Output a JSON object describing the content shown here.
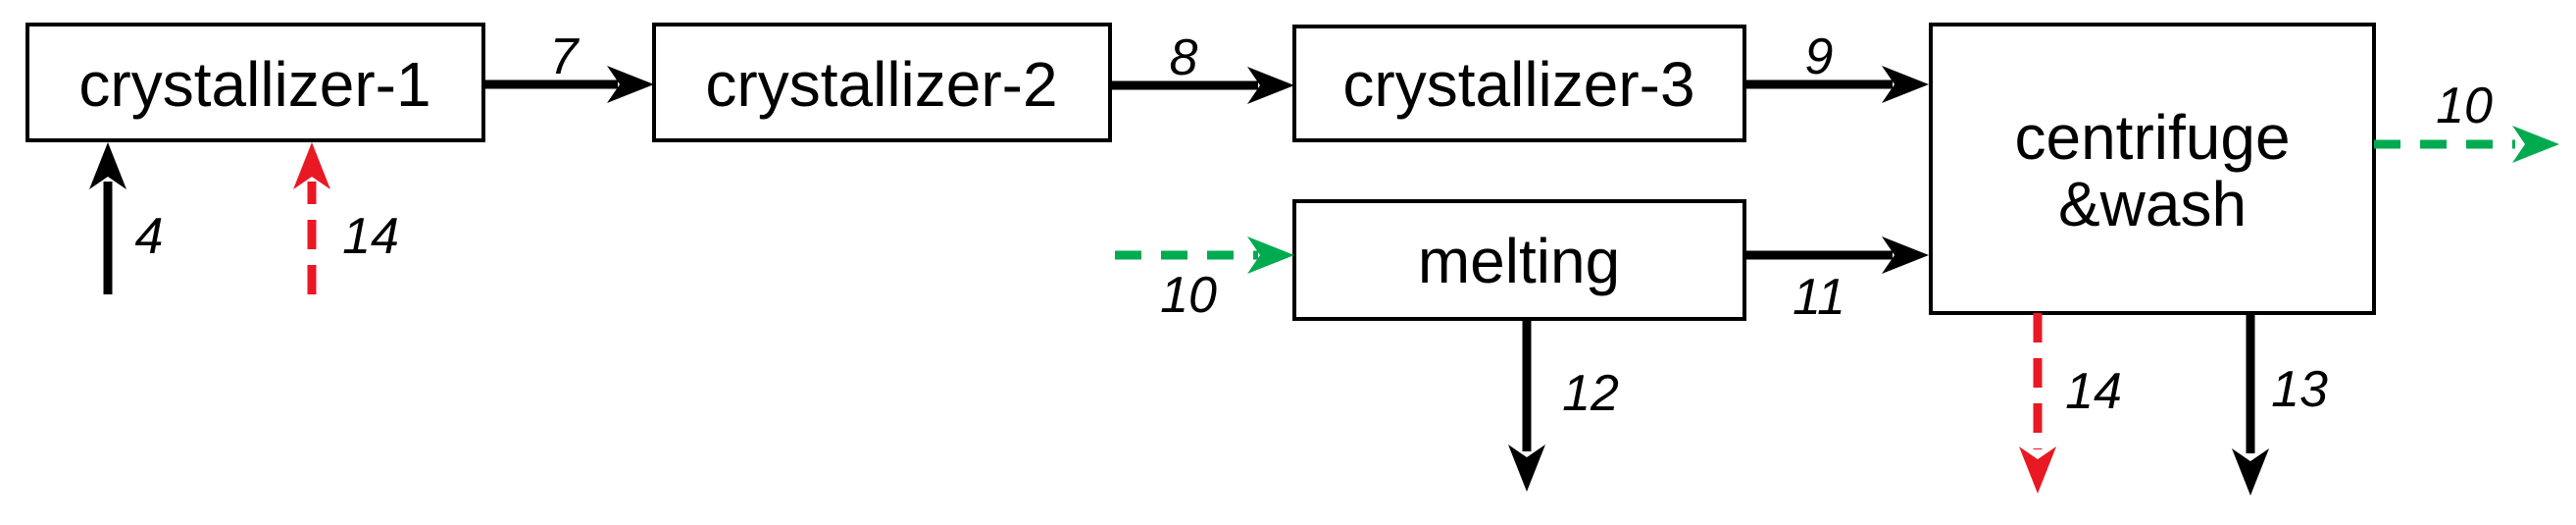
{
  "diagram_type": "process-flow-diagram",
  "colors": {
    "background": "#ffffff",
    "box_border": "#000000",
    "box_fill": "#ffffff",
    "stream_black": "#000000",
    "stream_green": "#00ab50",
    "stream_red": "#e81923"
  },
  "units": {
    "crystallizer1": {
      "label": "crystallizer-1"
    },
    "crystallizer2": {
      "label": "crystallizer-2"
    },
    "crystallizer3": {
      "label": "crystallizer-3"
    },
    "melting": {
      "label": "melting"
    },
    "centrifuge": {
      "label_line1": "centrifuge",
      "label_line2": "&wash"
    }
  },
  "streams": {
    "s4": {
      "label": "4",
      "style": "solid",
      "color_key": "black",
      "direction": "up into crystallizer-1"
    },
    "s7": {
      "label": "7",
      "style": "solid",
      "color_key": "black",
      "direction": "crystallizer-1 to crystallizer-2"
    },
    "s8": {
      "label": "8",
      "style": "solid",
      "color_key": "black",
      "direction": "crystallizer-2 to crystallizer-3"
    },
    "s9": {
      "label": "9",
      "style": "solid",
      "color_key": "black",
      "direction": "crystallizer-3 to centrifuge&wash"
    },
    "s10_in": {
      "label": "10",
      "style": "dashed",
      "color_key": "green",
      "direction": "into melting"
    },
    "s10_out": {
      "label": "10",
      "style": "dashed",
      "color_key": "green",
      "direction": "out of centrifuge&wash right"
    },
    "s11": {
      "label": "11",
      "style": "solid",
      "color_key": "black",
      "direction": "melting to centrifuge&wash"
    },
    "s12": {
      "label": "12",
      "style": "solid",
      "color_key": "black",
      "direction": "down out of melting"
    },
    "s13": {
      "label": "13",
      "style": "solid",
      "color_key": "black",
      "direction": "down out of centrifuge&wash"
    },
    "s14_up": {
      "label": "14",
      "style": "dashed",
      "color_key": "red",
      "direction": "up into crystallizer-1"
    },
    "s14_down": {
      "label": "14",
      "style": "dashed",
      "color_key": "red",
      "direction": "down out of centrifuge&wash"
    }
  }
}
